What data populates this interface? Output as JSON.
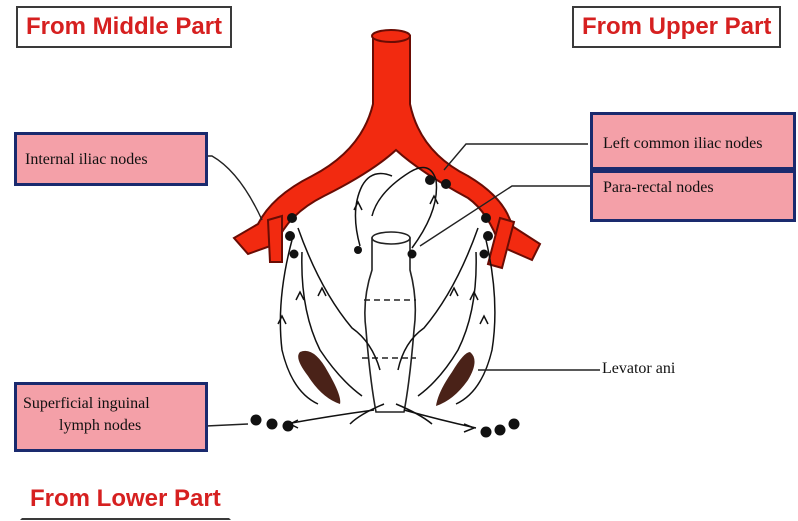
{
  "parts": {
    "middle": "From Middle Part",
    "upper": "From Upper Part",
    "lower": "From Lower Part"
  },
  "labels": {
    "internal_iliac": "Internal iliac nodes",
    "left_common_iliac": "Left common iliac nodes",
    "para_rectal": "Para-rectal nodes",
    "levator_ani": "Levator ani",
    "superficial_inguinal_line1": "Superficial inguinal",
    "superficial_inguinal_line2": "lymph nodes"
  },
  "colors": {
    "artery": "#f22a10",
    "label_fill": "#f4a0a8",
    "label_border": "#1a2a6e",
    "part_text": "#d62020",
    "muscle": "#4a2218"
  }
}
